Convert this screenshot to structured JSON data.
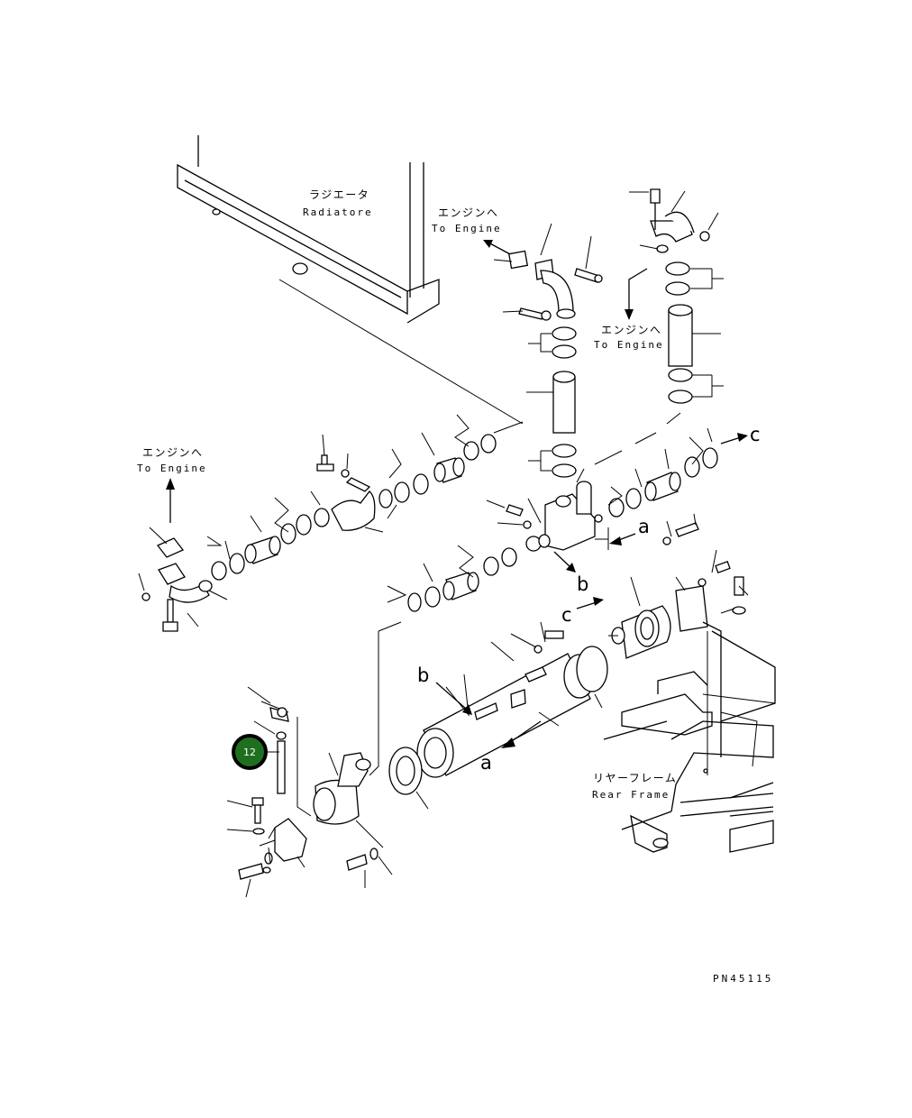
{
  "labels": {
    "radiator_jp": "ラジエータ",
    "radiator_en": "Radiatore",
    "engine1_jp": "エンジンへ",
    "engine1_en": "To Engine",
    "engine2_jp": "エンジンへ",
    "engine2_en": "To Engine",
    "engine3_jp": "エンジンへ",
    "engine3_en": "To Engine",
    "rear_frame_jp": "リヤーフレーム",
    "rear_frame_en": "Rear Frame"
  },
  "connectors": {
    "a1": "a",
    "a2": "a",
    "b1": "b",
    "b2": "b",
    "c1": "c",
    "c2": "c"
  },
  "callout": {
    "number": "12",
    "color": "#1f6f1f"
  },
  "part_code": "PN45115"
}
